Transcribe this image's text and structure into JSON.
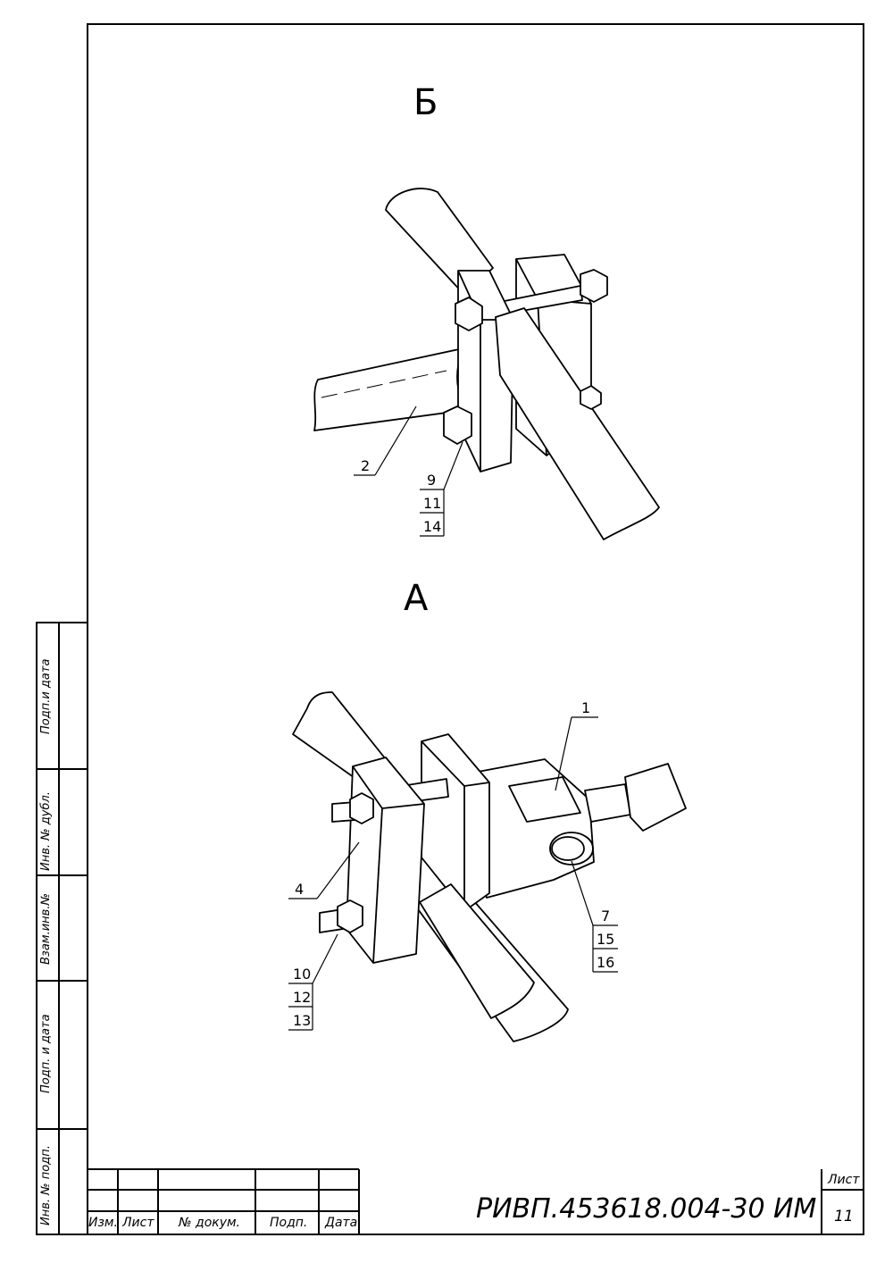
{
  "views": {
    "top": "Б",
    "bottom": "А"
  },
  "callouts": {
    "top_part": "2",
    "top_bolt": [
      "9",
      "11",
      "14"
    ],
    "bottom_clamp": "4",
    "bottom_bolt": [
      "10",
      "12",
      "13"
    ],
    "bottom_fork": "1",
    "bottom_pin": [
      "7",
      "15",
      "16"
    ]
  },
  "side_stamp": {
    "c1": "Подп.и дата",
    "c2": "Инв. № дубл.",
    "c3": "Взам.инв.№",
    "c4": "Подп. и дата",
    "c5": "Инв. № подп."
  },
  "title_block": {
    "izm": "Изм.",
    "list": "Лист",
    "dokum": "№ докум.",
    "podp": "Подп.",
    "data": "Дата",
    "designation": "РИВП.453618.004-30 ИМ",
    "sheet_label": "Лист",
    "sheet_number": "11"
  }
}
